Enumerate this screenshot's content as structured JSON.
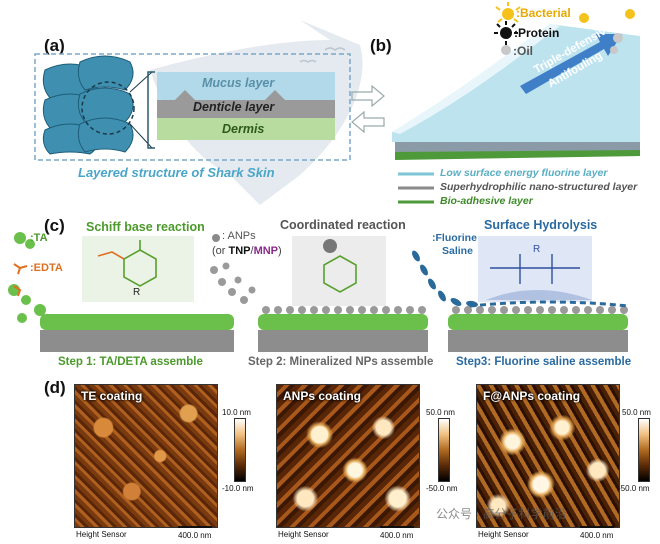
{
  "panel_a": {
    "letter": "(a)",
    "layers": [
      "Mucus layer",
      "Denticle layer",
      "Dermis"
    ],
    "caption": "Layered structure of Shark Skin"
  },
  "panel_b": {
    "letter": "(b)",
    "foulants": [
      ":Bacterial",
      ":Protein",
      ":Oil"
    ],
    "arrow_text_1": "Triple-defensive",
    "arrow_text_2": "Antifouling",
    "legend": [
      "Low surface energy fluorine layer",
      "Superhydrophilic nano-structured layer",
      "Bio-adhesive layer"
    ],
    "colors": {
      "fluorine": "#7ec6d6",
      "nano": "#8a8a8a",
      "bio": "#4e9a3a"
    }
  },
  "panel_c": {
    "letter": "(c)",
    "ta_label": ":TA",
    "edta_label": ":EDTA",
    "reaction1": "Schiff base reaction",
    "reaction2": "Coordinated reaction",
    "reaction3": "Surface Hydrolysis",
    "anps_label": ": ANPs",
    "anps_or": "(or ",
    "tnp": "TNP",
    "slash": "/",
    "mnp": "MNP",
    "close": ")",
    "fluorine_label_1": ":Fluorine",
    "fluorine_label_2": "Saline",
    "mol_R": "R",
    "step1": "Step 1: TA/DETA assemble",
    "step2": "Step 2: Mineralized NPs assemble",
    "step3": "Step3: Fluorine saline assemble"
  },
  "panel_d": {
    "letter": "(d)",
    "images": [
      {
        "title": "TE coating",
        "cbar_top": "10.0 nm",
        "cbar_bottom": "-10.0 nm"
      },
      {
        "title": "ANPs coating",
        "cbar_top": "50.0 nm",
        "cbar_bottom": "-50.0 nm"
      },
      {
        "title": "F@ANPs coating",
        "cbar_top": "50.0 nm",
        "cbar_bottom": "-50.0 nm"
      }
    ],
    "sensor": "Height Sensor",
    "scale": "400.0 nm"
  },
  "watermark": "公众号 · 高分子科学前沿"
}
